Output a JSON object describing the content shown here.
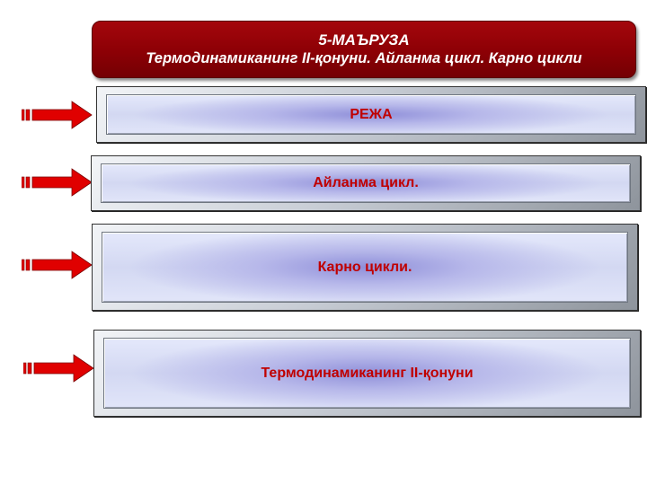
{
  "title": {
    "line1": "5-МАЪРУЗА",
    "line2": "Термодинамиканинг II-қонуни. Айланма цикл. Карно цикли"
  },
  "items": [
    {
      "label": "РЕЖА"
    },
    {
      "label": "Айланма цикл."
    },
    {
      "label": "Карно цикли."
    },
    {
      "label": "Термодинамиканинг II-қонуни"
    }
  ],
  "colors": {
    "banner": "#8c0005",
    "arrow": "#e00000",
    "label": "#c00000",
    "panel_glow": "#8f8fd9"
  },
  "icons": [
    "right-arrow-icon"
  ]
}
